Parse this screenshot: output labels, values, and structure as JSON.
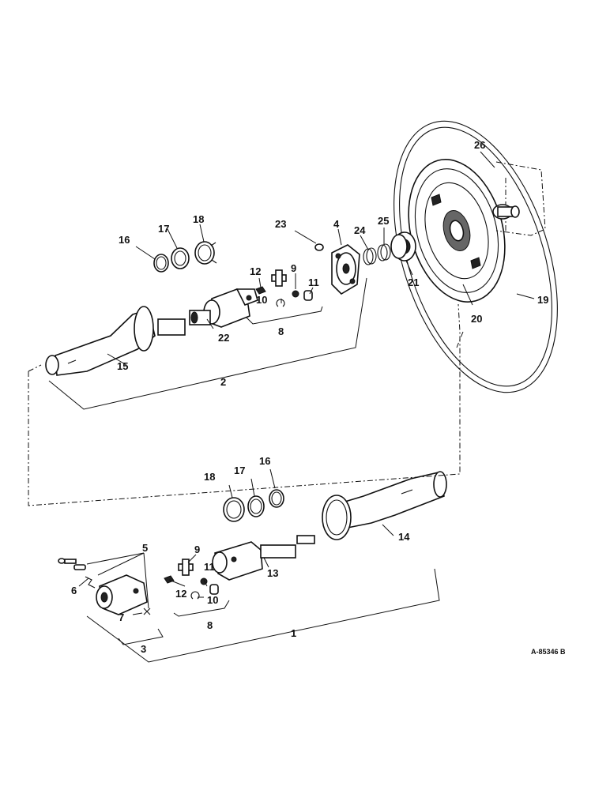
{
  "labels": {
    "l1": "1",
    "l2": "2",
    "l3": "3",
    "l4": "4",
    "l5": "5",
    "l6": "6",
    "l7": "7",
    "l8a": "8",
    "l8b": "8",
    "l9a": "9",
    "l9b": "9",
    "l10a": "10",
    "l10b": "10",
    "l11a": "11",
    "l11b": "11",
    "l12a": "12",
    "l12b": "12",
    "l13": "13",
    "l14": "14",
    "l15": "15",
    "l16a": "16",
    "l16b": "16",
    "l17a": "17",
    "l17b": "17",
    "l18a": "18",
    "l18b": "18",
    "l19": "19",
    "l20": "20",
    "l21": "21",
    "l22": "22",
    "l23": "23",
    "l24": "24",
    "l25": "25",
    "l26": "26"
  },
  "reference": "A-85346 B"
}
